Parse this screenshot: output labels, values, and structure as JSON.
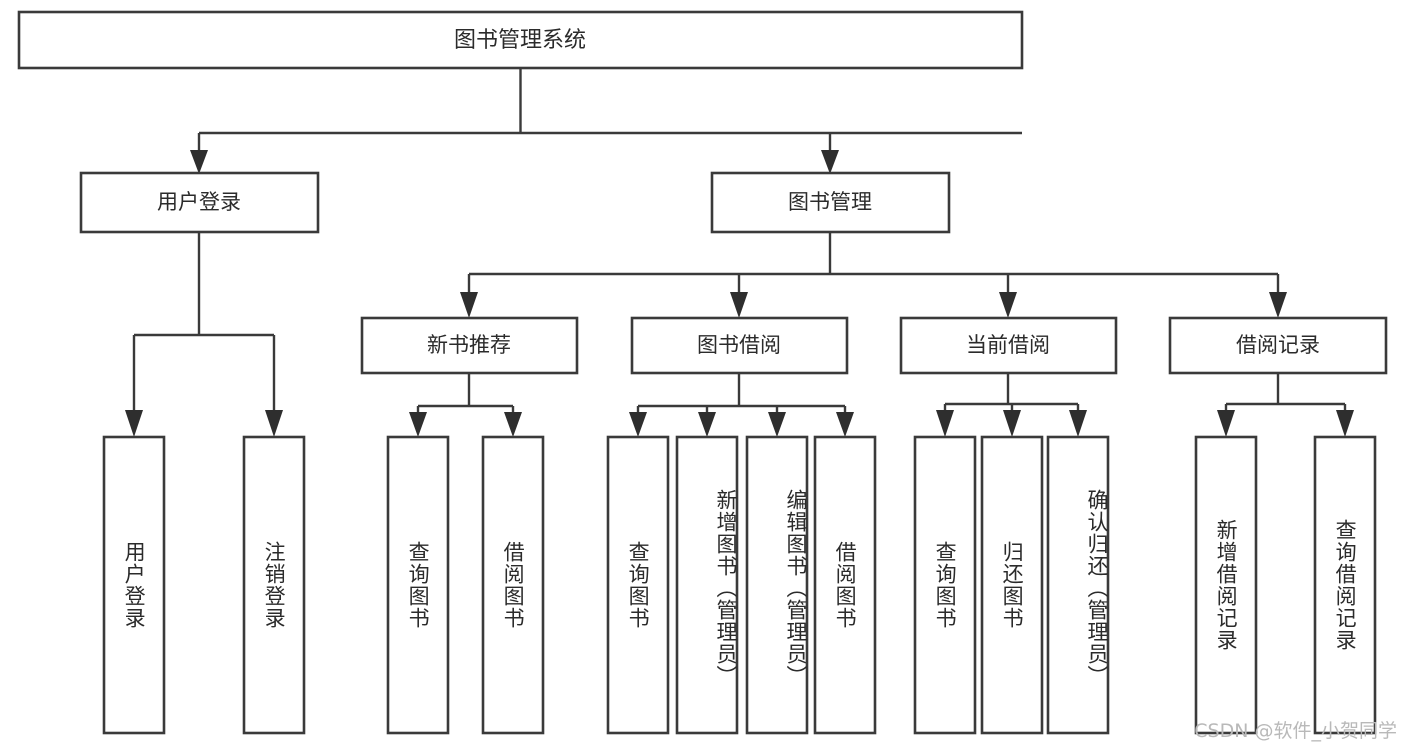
{
  "diagram": {
    "type": "tree",
    "title": "图书管理系统",
    "root": {
      "label": "图书管理系统"
    },
    "level2": [
      {
        "label": "用户登录"
      },
      {
        "label": "图书管理"
      }
    ],
    "level3": [
      {
        "label": "新书推荐"
      },
      {
        "label": "图书借阅"
      },
      {
        "label": "当前借阅"
      },
      {
        "label": "借阅记录"
      }
    ],
    "leaves": {
      "user_login": [
        {
          "label": "用户登录"
        },
        {
          "label": "注销登录"
        }
      ],
      "new_book_recommend": [
        {
          "label": "查询图书"
        },
        {
          "label": "借阅图书"
        }
      ],
      "book_borrow": [
        {
          "label": "查询图书"
        },
        {
          "label": "新增图书（管理员）"
        },
        {
          "label": "编辑图书（管理员）"
        },
        {
          "label": "借阅图书"
        }
      ],
      "current_borrow": [
        {
          "label": "查询图书"
        },
        {
          "label": "归还图书"
        },
        {
          "label": "确认归还（管理员）"
        }
      ],
      "borrow_record": [
        {
          "label": "新增借阅记录"
        },
        {
          "label": "查询借阅记录"
        }
      ]
    },
    "colors": {
      "box_stroke": "#3a3a3a",
      "box_fill": "#ffffff",
      "text": "#2b2b2b",
      "connector": "#3a3a3a",
      "background": "#ffffff",
      "watermark": "#b9b9b9"
    }
  },
  "watermark": {
    "text": "CSDN @软件_小贺同学"
  }
}
